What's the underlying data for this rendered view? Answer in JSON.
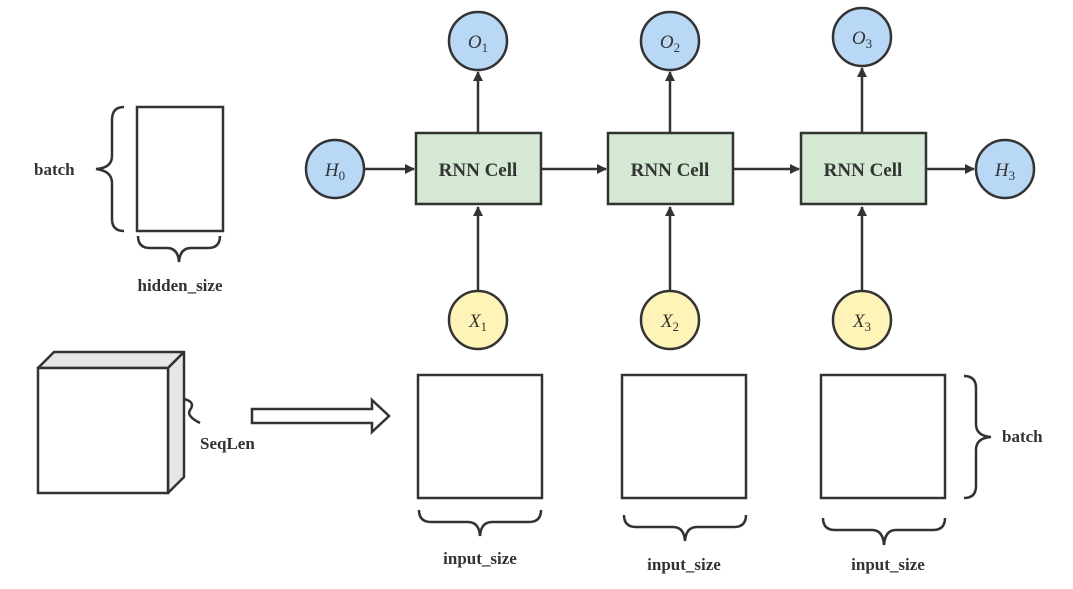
{
  "colors": {
    "cell_fill": "#d5e8d4",
    "hidden_output_fill": "#b9d8f5",
    "input_fill": "#fff4b8",
    "stroke": "#333333"
  },
  "labels": {
    "batch_left": "batch",
    "hidden_size": "hidden_size",
    "seqlen": "SeqLen",
    "batch_right": "batch",
    "input_size_1": "input_size",
    "input_size_2": "input_size",
    "input_size_3": "input_size"
  },
  "h0": {
    "base": "H",
    "sub": "0"
  },
  "h3": {
    "base": "H",
    "sub": "3"
  },
  "cells": [
    {
      "label": "RNN Cell",
      "out_base": "O",
      "out_sub": "1",
      "in_base": "X",
      "in_sub": "1"
    },
    {
      "label": "RNN Cell",
      "out_base": "O",
      "out_sub": "2",
      "in_base": "X",
      "in_sub": "2"
    },
    {
      "label": "RNN Cell",
      "out_base": "O",
      "out_sub": "3",
      "in_base": "X",
      "in_sub": "3"
    }
  ]
}
